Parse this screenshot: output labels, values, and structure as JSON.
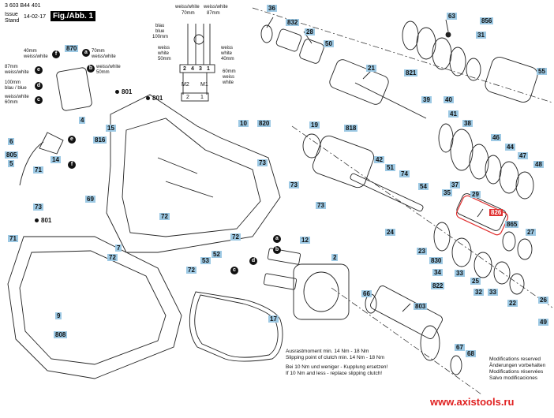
{
  "header": {
    "doc_number": "3 603 B44 401",
    "issue_label": "Issue",
    "stand_label": "Stand",
    "date": "14-02-17",
    "figure_label": "Fig./Abb. 1"
  },
  "wiring": {
    "top_left": [
      "blau",
      "blue",
      "100mm"
    ],
    "top_mid": [
      "weiss/white",
      "70mm"
    ],
    "top_right": [
      "weiss/white",
      "87mm"
    ],
    "left_mid": [
      "weiss",
      "white",
      "50mm"
    ],
    "right_mid": [
      "weiss",
      "white",
      "40mm"
    ],
    "right_low": [
      "60mm",
      "weiss",
      "white"
    ],
    "terminals": [
      "2",
      "4",
      "3",
      "1"
    ],
    "motor_labels": [
      "M2",
      "M1"
    ],
    "brush_terminals": [
      "2",
      "1"
    ]
  },
  "switch_wires": [
    {
      "text": "40mm\nweiss/white",
      "badge": "f"
    },
    {
      "text": "87mm\nweiss/white",
      "badge": "e"
    },
    {
      "text": "100mm\nblau / blue",
      "badge": "d"
    },
    {
      "text": "weiss/white\n60mm",
      "badge": "c"
    },
    {
      "text": "70mm\nweiss/white",
      "badge": "a"
    },
    {
      "text": "weiss/white\n50mm",
      "badge": "b"
    }
  ],
  "part_labels": [
    {
      "text": "36",
      "style": "bx"
    },
    {
      "text": "832",
      "style": "bx"
    },
    {
      "text": "28",
      "style": "bx"
    },
    {
      "text": "50",
      "style": "bx"
    },
    {
      "text": "63",
      "style": "bx"
    },
    {
      "text": "856",
      "style": "bx"
    },
    {
      "text": "31",
      "style": "bx"
    },
    {
      "text": "55",
      "style": "bx"
    },
    {
      "text": "821",
      "style": "bx"
    },
    {
      "text": "21",
      "style": "bx"
    },
    {
      "text": "39",
      "style": "bx"
    },
    {
      "text": "40",
      "style": "bx"
    },
    {
      "text": "41",
      "style": "bx"
    },
    {
      "text": "38",
      "style": "bx"
    },
    {
      "text": "46",
      "style": "bx"
    },
    {
      "text": "44",
      "style": "bx"
    },
    {
      "text": "47",
      "style": "bx"
    },
    {
      "text": "48",
      "style": "bx"
    },
    {
      "text": "19",
      "style": "bx"
    },
    {
      "text": "818",
      "style": "bx"
    },
    {
      "text": "42",
      "style": "bx"
    },
    {
      "text": "51",
      "style": "bx"
    },
    {
      "text": "74",
      "style": "bx"
    },
    {
      "text": "54",
      "style": "bx"
    },
    {
      "text": "37",
      "style": "bx"
    },
    {
      "text": "35",
      "style": "bx"
    },
    {
      "text": "29",
      "style": "bx"
    },
    {
      "text": "826",
      "style": "red"
    },
    {
      "text": "865",
      "style": "bx"
    },
    {
      "text": "27",
      "style": "bx"
    },
    {
      "text": "24",
      "style": "bx"
    },
    {
      "text": "23",
      "style": "bx"
    },
    {
      "text": "830",
      "style": "bx"
    },
    {
      "text": "34",
      "style": "bx"
    },
    {
      "text": "822",
      "style": "bx"
    },
    {
      "text": "33",
      "style": "bx"
    },
    {
      "text": "25",
      "style": "bx"
    },
    {
      "text": "32",
      "style": "bx"
    },
    {
      "text": "33",
      "style": "bx"
    },
    {
      "text": "22",
      "style": "bx"
    },
    {
      "text": "26",
      "style": "bx"
    },
    {
      "text": "49",
      "style": "bx"
    },
    {
      "text": "66",
      "style": "bx"
    },
    {
      "text": "803",
      "style": "bx"
    },
    {
      "text": "67",
      "style": "bx"
    },
    {
      "text": "68",
      "style": "bx"
    },
    {
      "text": "10",
      "style": "bx"
    },
    {
      "text": "820",
      "style": "bx"
    },
    {
      "text": "73",
      "style": "bx"
    },
    {
      "text": "73",
      "style": "bx"
    },
    {
      "text": "73",
      "style": "bx"
    },
    {
      "text": "72",
      "style": "bx"
    },
    {
      "text": "12",
      "style": "bx"
    },
    {
      "text": "2",
      "style": "bx"
    },
    {
      "text": "53",
      "style": "bx"
    },
    {
      "text": "52",
      "style": "bx"
    },
    {
      "text": "72",
      "style": "bx"
    },
    {
      "text": "72",
      "style": "bx"
    },
    {
      "text": "17",
      "style": "bx"
    },
    {
      "text": "870",
      "style": "bx"
    },
    {
      "text": "4",
      "style": "bx"
    },
    {
      "text": "801",
      "style": "plain"
    },
    {
      "text": "801",
      "style": "plain"
    },
    {
      "text": "801",
      "style": "plain"
    },
    {
      "text": "15",
      "style": "bx"
    },
    {
      "text": "816",
      "style": "bx"
    },
    {
      "text": "14",
      "style": "bx"
    },
    {
      "text": "69",
      "style": "bx"
    },
    {
      "text": "6",
      "style": "bx"
    },
    {
      "text": "805",
      "style": "bx"
    },
    {
      "text": "5",
      "style": "bx"
    },
    {
      "text": "71",
      "style": "bx"
    },
    {
      "text": "73",
      "style": "bx"
    },
    {
      "text": "71",
      "style": "bx"
    },
    {
      "text": "7",
      "style": "bx"
    },
    {
      "text": "72",
      "style": "bx"
    },
    {
      "text": "9",
      "style": "bx"
    },
    {
      "text": "808",
      "style": "bx"
    }
  ],
  "badge_letters": [
    "e",
    "f",
    "a",
    "b",
    "d",
    "c"
  ],
  "clutch_note": [
    "Ausrastmoment min. 14 Nm - 18 Nm",
    "Slipping point of clutch min. 14 Nm - 18 Nm",
    "Bei 10 Nm und weniger - Kupplung ersetzen!",
    "If 10 Nm and less - replace slipping clutch!"
  ],
  "modifications_note": [
    "Modifications reserved",
    "Änderungen vorbehalten",
    "Modifications réservées",
    "Salvo modificaciones"
  ],
  "watermark": "www.axistools.ru"
}
